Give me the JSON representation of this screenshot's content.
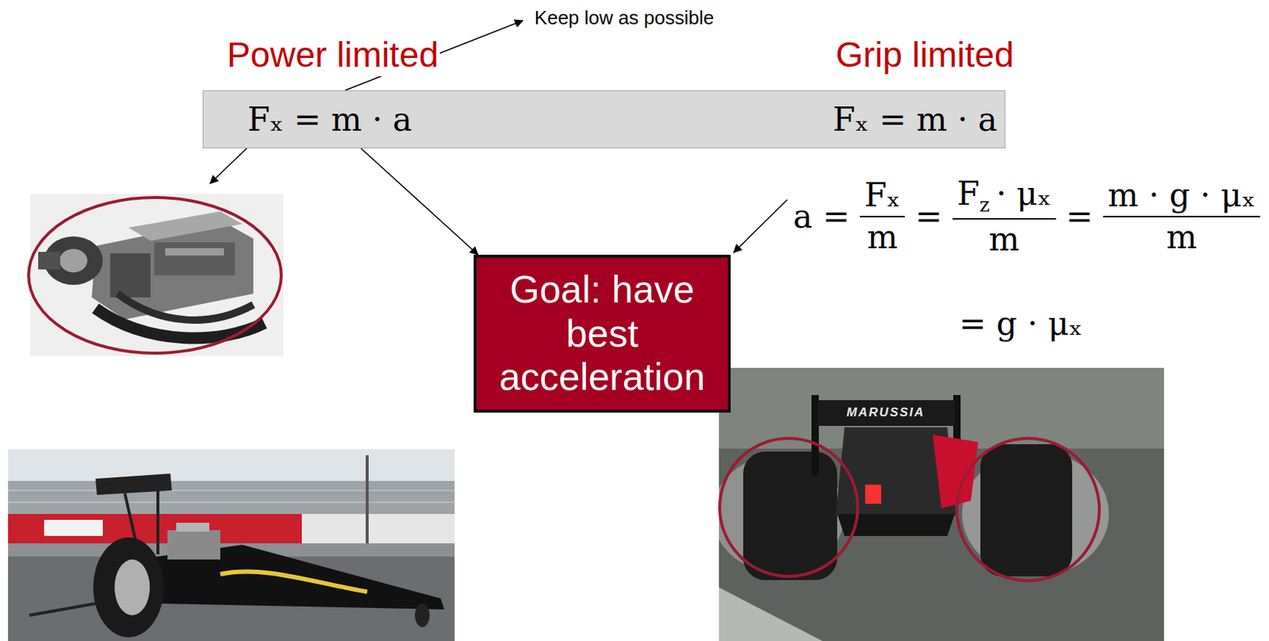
{
  "diagram": {
    "nodes": [
      {
        "text": [
          "Fₓ = m · a",
          "Fₓ = m · a"
        ]
      },
      {
        "text": [
          "Goal: have best acceleration"
        ]
      }
    ],
    "edges": [
      {
        "from": 0,
        "to": 1,
        "arrow": "to"
      }
    ],
    "labels": [
      "Keep low as possible",
      "Power limited",
      "Grip limited",
      "a =",
      "Fₓ",
      "m",
      "=",
      "F",
      "z",
      "· μₓ",
      "m",
      "=",
      "m · g · μₓ",
      "m",
      "= g · μₓ",
      "MARUSSIA"
    ]
  }
}
